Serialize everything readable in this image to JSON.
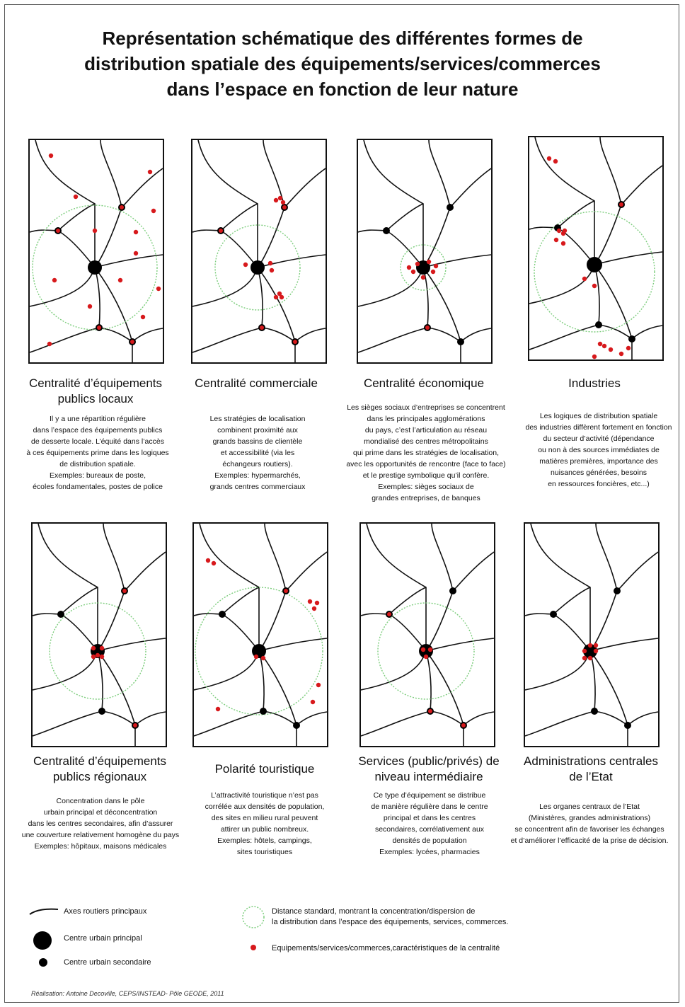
{
  "title": {
    "lines": [
      "Représentation schématique des différentes formes de",
      "distribution spatiale des équipements/services/commerces",
      "dans l’espace en fonction de leur nature"
    ]
  },
  "panels": [
    {
      "caption": "Centralité d’équipements publics locaux",
      "description": "Il y a une répartition régulière\ndans l’espace des équipements publics\nde desserte locale. L’équité dans l’accès\nà ces équipements prime dans les logiques\nde distribution spatiale.\nExemples: bureaux de poste,\nécoles fondamentales, postes de police"
    },
    {
      "caption": "Centralité commerciale",
      "description": "Les stratégies de localisation\ncombinent proximité aux\ngrands bassins de clientèle\net accessibilité (via les\néchangeurs routiers).\nExemples: hypermarchés,\ngrands centres commerciaux"
    },
    {
      "caption": "Centralité économique",
      "description": "Les sièges sociaux d’entreprises se concentrent\ndans les principales agglomérations\ndu pays, c’est l’articulation au réseau\nmondialisé des centres métropolitains\nqui prime dans les stratégies de localisation,\navec les opportunités de rencontre (face to face)\net le prestige symbolique qu’il confère.\nExemples: sièges sociaux de\ngrandes entreprises, de banques"
    },
    {
      "caption": "Industries",
      "description": "Les logiques de distribution spatiale\ndes industries diffèrent fortement en fonction\ndu secteur d’activité (dépendance\nou non à des sources immédiates de\nmatières premières, importance des\nnuisances générées, besoins\nen ressources foncières, etc...)"
    },
    {
      "caption": "Centralité d’équipements publics régionaux",
      "description": "Concentration dans le pôle\nurbain principal et déconcentration\ndans les centres secondaires, afin d’assurer\nune couverture relativement homogène du pays\nExemples: hôpitaux, maisons médicales"
    },
    {
      "caption": "Polarité touristique",
      "description": "L’attractivité touristique n’est pas\ncorrélée aux densités de population,\ndes sites en milieu rural peuvent\nattirer un public nombreux.\nExemples: hôtels, campings,\nsites touristiques"
    },
    {
      "caption": "Services (public/privés) de niveau intermédiaire",
      "description": "Ce type d’équipement se distribue\nde manière régulière dans le centre\nprincipal et dans les centres\nsecondaires, corrélativement aux\ndensités de population\nExemples: lycées, pharmacies"
    },
    {
      "caption": "Administrations centrales de l’Etat",
      "description": "Les organes centraux de l’Etat\n(Ministères, grandes administrations)\nse concentrent afin de favoriser les échanges\net d’améliorer l’efficacité de la prise de décision."
    }
  ],
  "legend": {
    "roads": "Axes routiers principaux",
    "main_center": "Centre urbain principal",
    "secondary_center": "Centre urbain secondaire",
    "standard_distance": "Distance standard, montrant la concentration/dispersion de\nla distribution dans l’espace des équipements, services, commerces.",
    "facilities": "Equipements/services/commerces,caractéristiques de la centralité"
  },
  "credit": "Réalisation: Antoine Decoville, CEPS/INSTEAD- Pôle GEODE, 2011",
  "colors": {
    "road": "#111111",
    "center": "#000000",
    "facility": "#d7191c",
    "standard_distance": "#7ccd7c"
  }
}
